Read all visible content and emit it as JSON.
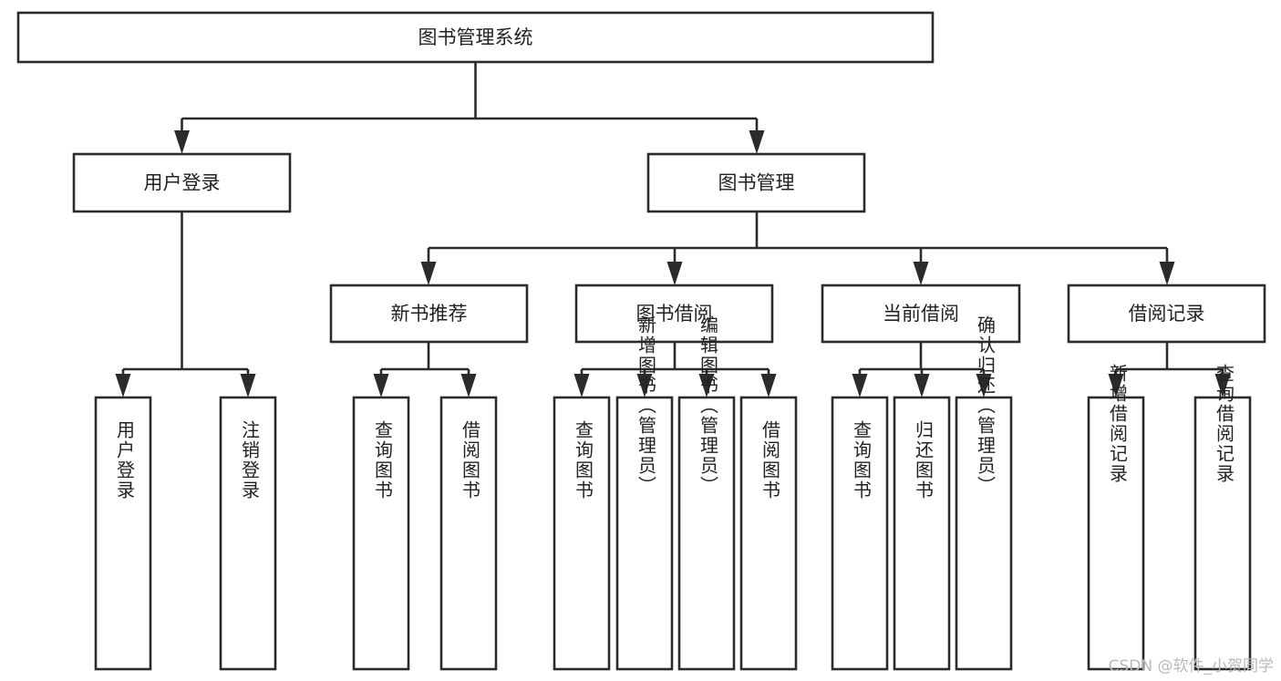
{
  "diagram": {
    "type": "tree-hierarchy",
    "title": "图书管理系统",
    "orientation": "top-down",
    "watermark": "CSDN @软件_小贺同学",
    "colors": {
      "stroke": "#2b2b2b",
      "fill": "#ffffff",
      "text": "#222222",
      "watermark": "#b9b9b9"
    },
    "nodes": {
      "root": {
        "label": "图书管理系统",
        "level": 0
      },
      "user_login": {
        "label": "用户登录",
        "level": 1
      },
      "book_manage": {
        "label": "图书管理",
        "level": 1
      },
      "new_book_rec": {
        "label": "新书推荐",
        "level": 2
      },
      "book_borrow": {
        "label": "图书借阅",
        "level": 2
      },
      "current_borrow": {
        "label": "当前借阅",
        "level": 2
      },
      "borrow_record": {
        "label": "借阅记录",
        "level": 2
      },
      "leaf_user_login": {
        "label": "用户登录",
        "level": 3
      },
      "leaf_logout": {
        "label": "注销登录",
        "level": 3
      },
      "leaf_query_book_a": {
        "label": "查询图书",
        "level": 3
      },
      "leaf_borrow_book_a": {
        "label": "借阅图书",
        "level": 3
      },
      "leaf_query_book_b": {
        "label": "查询图书",
        "level": 3
      },
      "leaf_add_book": {
        "label": "新增图书（管理员）",
        "level": 3
      },
      "leaf_edit_book": {
        "label": "编辑图书（管理员）",
        "level": 3
      },
      "leaf_borrow_book_b": {
        "label": "借阅图书",
        "level": 3
      },
      "leaf_query_book_c": {
        "label": "查询图书",
        "level": 3
      },
      "leaf_return_book": {
        "label": "归还图书",
        "level": 3
      },
      "leaf_confirm_return": {
        "label": "确认归还（管理员）",
        "level": 3
      },
      "leaf_add_record": {
        "label": "新增借阅记录",
        "level": 3
      },
      "leaf_query_record": {
        "label": "查询借阅记录",
        "level": 3
      }
    },
    "edges": [
      {
        "from": "root",
        "to": "user_login"
      },
      {
        "from": "root",
        "to": "book_manage"
      },
      {
        "from": "user_login",
        "to": "leaf_user_login"
      },
      {
        "from": "user_login",
        "to": "leaf_logout"
      },
      {
        "from": "book_manage",
        "to": "new_book_rec"
      },
      {
        "from": "book_manage",
        "to": "book_borrow"
      },
      {
        "from": "book_manage",
        "to": "current_borrow"
      },
      {
        "from": "book_manage",
        "to": "borrow_record"
      },
      {
        "from": "new_book_rec",
        "to": "leaf_query_book_a"
      },
      {
        "from": "new_book_rec",
        "to": "leaf_borrow_book_a"
      },
      {
        "from": "book_borrow",
        "to": "leaf_query_book_b"
      },
      {
        "from": "book_borrow",
        "to": "leaf_add_book"
      },
      {
        "from": "book_borrow",
        "to": "leaf_edit_book"
      },
      {
        "from": "book_borrow",
        "to": "leaf_borrow_book_b"
      },
      {
        "from": "current_borrow",
        "to": "leaf_query_book_c"
      },
      {
        "from": "current_borrow",
        "to": "leaf_return_book"
      },
      {
        "from": "current_borrow",
        "to": "leaf_confirm_return"
      },
      {
        "from": "borrow_record",
        "to": "leaf_add_record"
      },
      {
        "from": "borrow_record",
        "to": "leaf_query_record"
      }
    ]
  }
}
